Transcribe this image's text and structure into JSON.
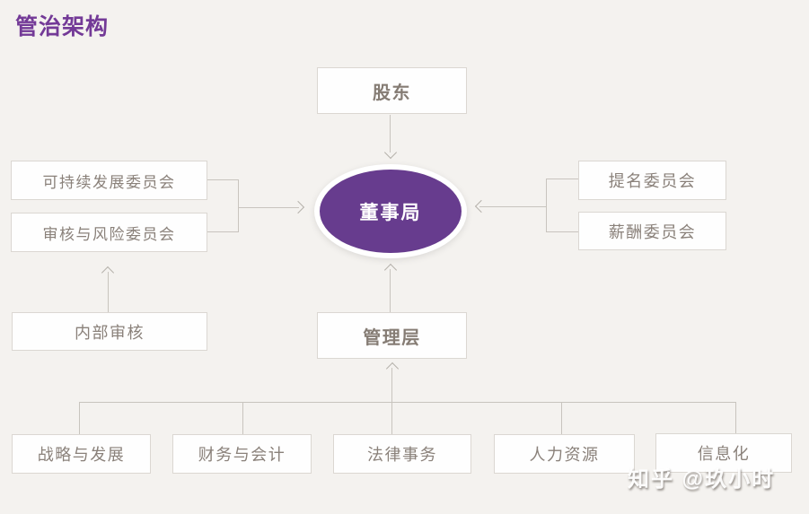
{
  "page": {
    "title": "管治架构"
  },
  "colors": {
    "background": "#f4f2ef",
    "title_purple": "#733a97",
    "board_ellipse_fill": "#673c8e",
    "box_border": "#dbd7d2",
    "box_text": "#8a817a",
    "connector_line": "#c8c4be"
  },
  "nodes": {
    "shareholders": {
      "label": "股东"
    },
    "board": {
      "label": "董事局"
    },
    "sustainability_committee": {
      "label": "可持续发展委员会"
    },
    "audit_risk_committee": {
      "label": "审核与风险委员会"
    },
    "nomination_committee": {
      "label": "提名委员会"
    },
    "remuneration_committee": {
      "label": "薪酬委员会"
    },
    "internal_audit": {
      "label": "内部审核"
    },
    "management": {
      "label": "管理层"
    },
    "strategy_development": {
      "label": "战略与发展"
    },
    "finance_accounting": {
      "label": "财务与会计"
    },
    "legal_affairs": {
      "label": "法律事务"
    },
    "human_resources": {
      "label": "人力资源"
    },
    "informatization": {
      "label": "信息化"
    }
  },
  "watermark": {
    "text": "知乎 @玖小时"
  }
}
